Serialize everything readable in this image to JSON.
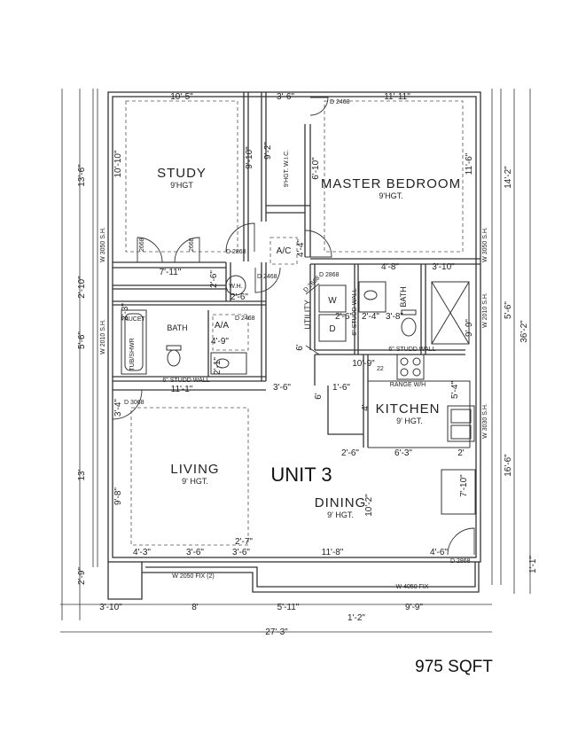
{
  "unit_label": "UNIT 3",
  "area_label": "975 SQFT",
  "rooms": {
    "study": {
      "name": "STUDY",
      "height": "9'HGT"
    },
    "master": {
      "name": "MASTER BEDROOM",
      "height": "9'HGT."
    },
    "living": {
      "name": "LIVING",
      "height": "9' HGT."
    },
    "kitchen": {
      "name": "KITCHEN",
      "height": "9' HGT."
    },
    "dining": {
      "name": "DINING",
      "height": "9' HGT."
    },
    "bath_left": {
      "name": "BATH"
    },
    "bath_right": {
      "name": "BATH"
    },
    "utility": {
      "name": "UTILITY"
    },
    "wic": {
      "name": "9'HGT. W.I.C."
    }
  },
  "fixtures": {
    "ac_upper": "A/C",
    "ac_lower": "A/A",
    "wh": "W.H.",
    "faucet": "FAUCET",
    "tub": "TUB/SHWR",
    "range": "RANGE W/H",
    "washer": "W",
    "dryer": "D",
    "studd_wall_1": "6\" STUDD WALL",
    "studd_wall_2": "6\" STUDD WALL",
    "studd_wall_3": "6\" STUDD WALL"
  },
  "doors": {
    "d_master": "D 2468",
    "d_study_closet": "D 2868",
    "d_wh": "D 2468",
    "d_bath": "D 2468",
    "d_living": "D 3068",
    "d_master_bath": "D 2868",
    "d_utility": "D 2668",
    "d_entry": "D 2868",
    "d_study_left": "2668",
    "d_study_right": "2668"
  },
  "windows": {
    "w_study": "W 3050 S.H.",
    "w_bath": "W 2010 S.H.",
    "w_master": "W 3050 S.H.",
    "w_master_bath": "W 2010 S.H.",
    "w_kitchen": "W 3030 S.H.",
    "w_living": "W 2050 FIX (2)",
    "w_dining": "W 4050 FIX"
  },
  "dims_top": {
    "study": "10'-5\"",
    "hall": "3'-6\"",
    "master": "11'-11\""
  },
  "dims_right": {
    "a": "14'-2\"",
    "b": "5'-6\"",
    "c": "16'-6\"",
    "d": "36'-2\"",
    "e": "1'-1\""
  },
  "dims_left": {
    "a": "13'-6\"",
    "b": "2'-10\"",
    "c": "5'-6\"",
    "d": "13'",
    "e": "2'-9\""
  },
  "dims_inner": {
    "study_w": "10'-10\"",
    "study_h": "9'-10\"",
    "hall_h": "9'-2\"",
    "master_h": "6'-10\"",
    "master_h2": "11'-6\"",
    "closet": "7'-11\"",
    "c1": "2'-6\"",
    "c2": "2'-6\"",
    "c3": "4'-9\"",
    "c4": "4'-8\"",
    "c5": "3'-10\"",
    "c6": "2'-3\"",
    "c7": "3'-6\"",
    "c8": "10'-9\"",
    "c9": "22",
    "c10": "11'-1\"",
    "c11": "3'-6\"",
    "c12": "1'-6\"",
    "c13": "5'-4\"",
    "c14": "2'-6\"",
    "c15": "6'-3\"",
    "c16": "2'",
    "c17": "9'-8\"",
    "c18": "7'-10\"",
    "c19": "10'-2\"",
    "c20": "4'-3\"",
    "c21": "3'-6\"",
    "c22": "2'-7\"",
    "c23": "11'-8\"",
    "c24": "4'-6\"",
    "c25": "3'-4\"",
    "c26": "2'-4\"",
    "c27": "2'-6\"",
    "c28": "3'-8\"",
    "c29": "4'-4\"",
    "c30": "6'",
    "c31": "4'",
    "c32": "6'",
    "c33": "9'-9\"",
    "c34": "2'-1\""
  },
  "dims_bottom": {
    "a": "3'-10\"",
    "b": "8'",
    "c": "5'-11\"",
    "d": "9'-9\"",
    "e": "1'-2\"",
    "total": "27'-3\""
  }
}
